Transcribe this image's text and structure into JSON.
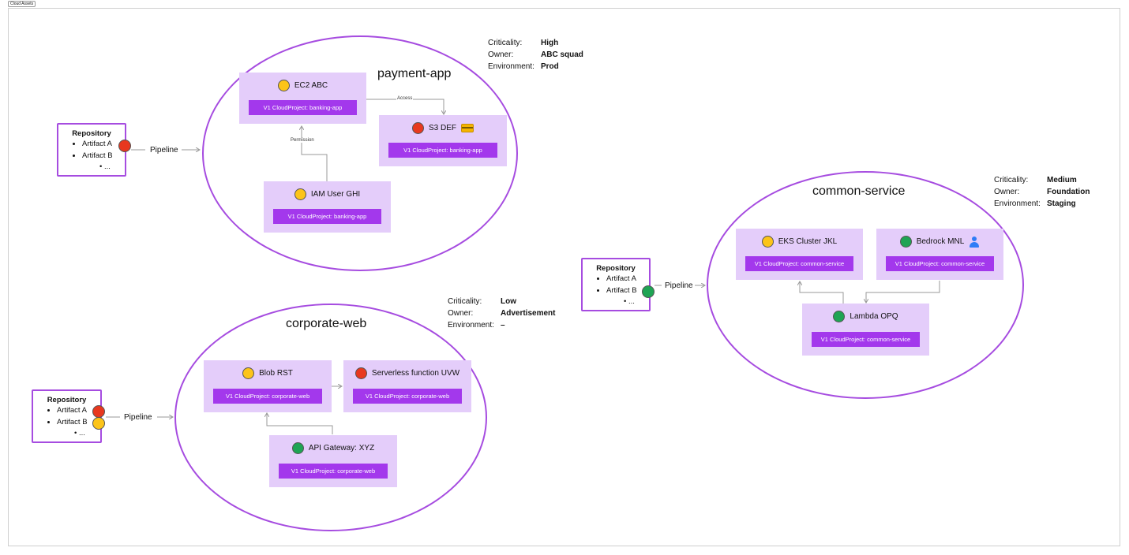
{
  "tab_label": "Cloud Assets",
  "clusters": {
    "payment": {
      "title": "payment-app",
      "meta": [
        {
          "key": "Criticality:",
          "value": "High"
        },
        {
          "key": "Owner:",
          "value": "ABC squad"
        },
        {
          "key": "Environment:",
          "value": "Prod"
        }
      ],
      "nodes": {
        "ec2": {
          "name": "EC2 ABC",
          "status": "yellow",
          "project": "V1 CloudProject: banking-app"
        },
        "s3": {
          "name": "S3 DEF",
          "status": "red",
          "icon": "credit-card-icon",
          "project": "V1 CloudProject: banking-app"
        },
        "iam": {
          "name": "IAM User GHI",
          "status": "yellow",
          "project": "V1 CloudProject: banking-app"
        }
      },
      "edges": {
        "access": "Access",
        "permission": "Permission"
      }
    },
    "corporate": {
      "title": "corporate-web",
      "meta": [
        {
          "key": "Criticality:",
          "value": "Low"
        },
        {
          "key": "Owner:",
          "value": "Advertisement"
        },
        {
          "key": "Environment:",
          "value": "–"
        }
      ],
      "nodes": {
        "blob": {
          "name": "Blob RST",
          "status": "yellow",
          "project": "V1 CloudProject: corporate-web"
        },
        "serverless": {
          "name": "Serverless function UVW",
          "status": "red",
          "project": "V1 CloudProject: corporate-web"
        },
        "api": {
          "name": "API Gateway: XYZ",
          "status": "green",
          "project": "V1 CloudProject: corporate-web"
        }
      }
    },
    "common": {
      "title": "common-service",
      "meta": [
        {
          "key": "Criticality:",
          "value": "Medium"
        },
        {
          "key": "Owner:",
          "value": "Foundation"
        },
        {
          "key": "Environment:",
          "value": "Staging"
        }
      ],
      "nodes": {
        "eks": {
          "name": "EKS Cluster JKL",
          "status": "yellow",
          "project": "V1 CloudProject: common-service"
        },
        "bedrock": {
          "name": "Bedrock MNL",
          "status": "green",
          "icon": "person-icon",
          "project": "V1 CloudProject: common-service"
        },
        "lambda": {
          "name": "Lambda OPQ",
          "status": "green",
          "project": "V1 CloudProject: common-service"
        }
      }
    }
  },
  "repositories": {
    "payment": {
      "title": "Repository",
      "items": [
        "Artifact A",
        "Artifact B"
      ],
      "more": "...",
      "artifact_status": [
        "red"
      ]
    },
    "corporate": {
      "title": "Repository",
      "items": [
        "Artifact A",
        "Artifact B"
      ],
      "more": "...",
      "artifact_status": [
        "red",
        "yellow"
      ]
    },
    "common": {
      "title": "Repository",
      "items": [
        "Artifact A",
        "Artifact B"
      ],
      "more": "...",
      "artifact_status": [
        "green"
      ]
    }
  },
  "pipeline_label": "Pipeline",
  "colors": {
    "purple_border": "#a64ce0",
    "node_bg": "#e4cdfa",
    "tag_bg": "#a338ec",
    "yellow": "#fcc419",
    "red": "#e8381e",
    "green": "#1fa454"
  }
}
